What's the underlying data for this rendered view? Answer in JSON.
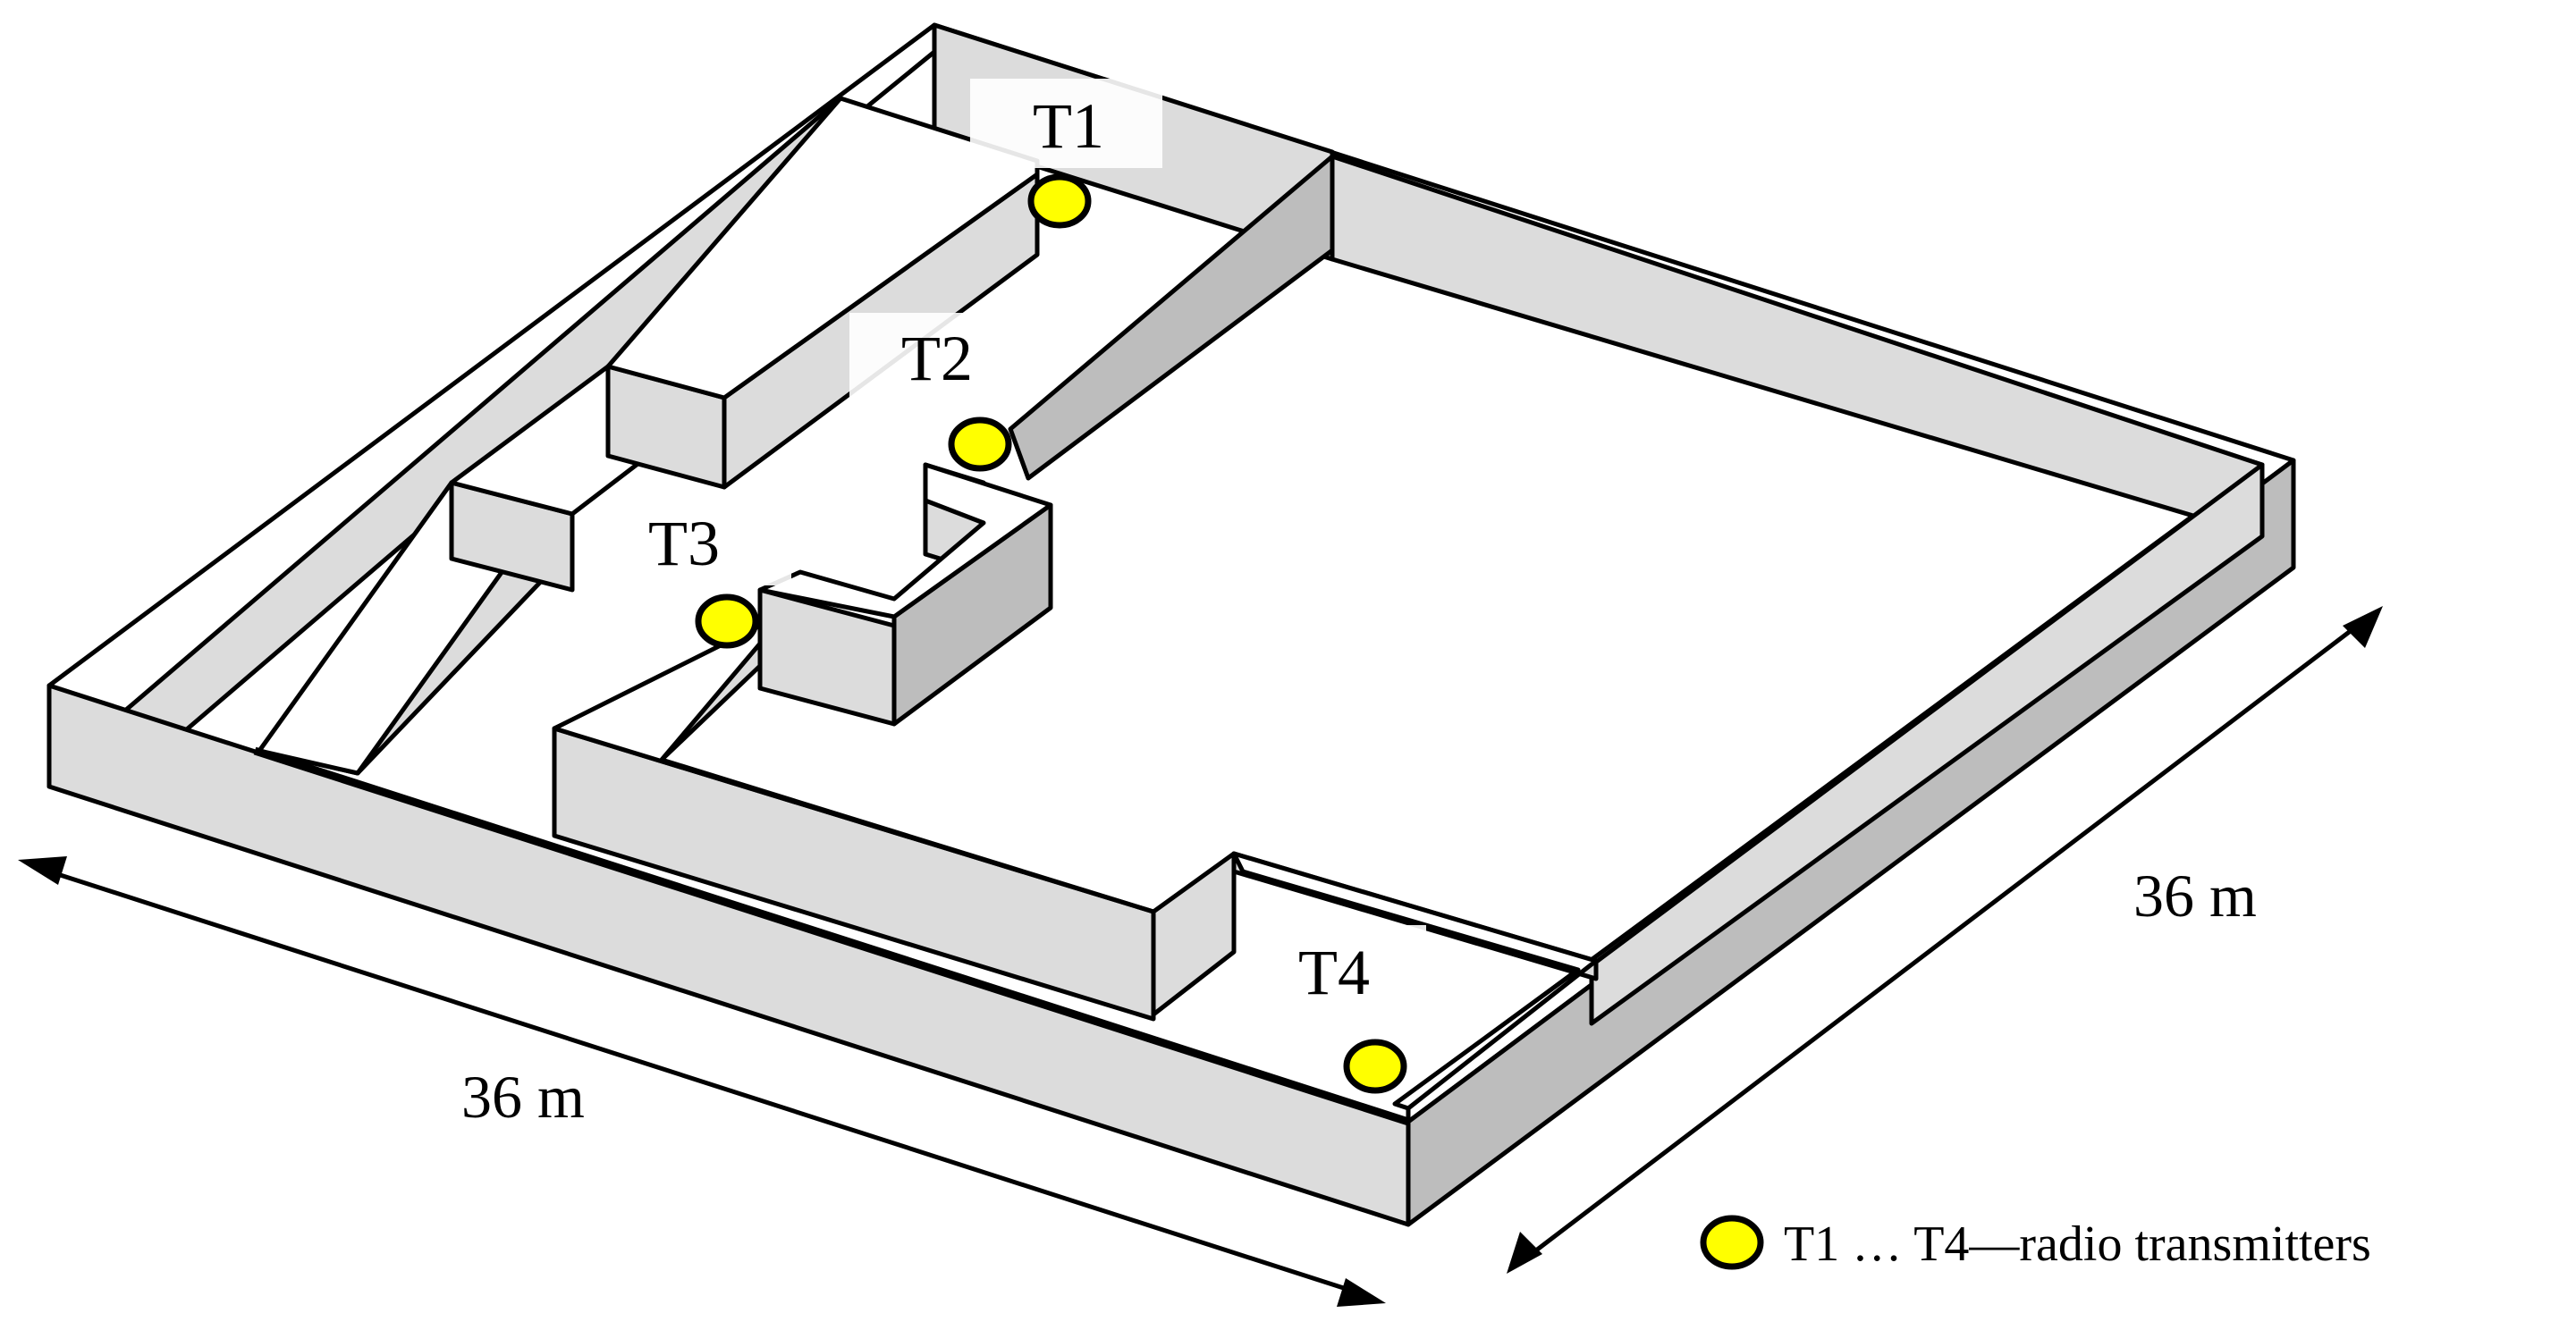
{
  "transmitters": [
    {
      "id": "t1",
      "label": "T1"
    },
    {
      "id": "t2",
      "label": "T2"
    },
    {
      "id": "t3",
      "label": "T3"
    },
    {
      "id": "t4",
      "label": "T4"
    }
  ],
  "dimensions": {
    "width_label": "36 m",
    "depth_label": "36 m"
  },
  "legend": {
    "text": "T1 … T4—radio transmitters",
    "marker_color": "#ffff00"
  }
}
